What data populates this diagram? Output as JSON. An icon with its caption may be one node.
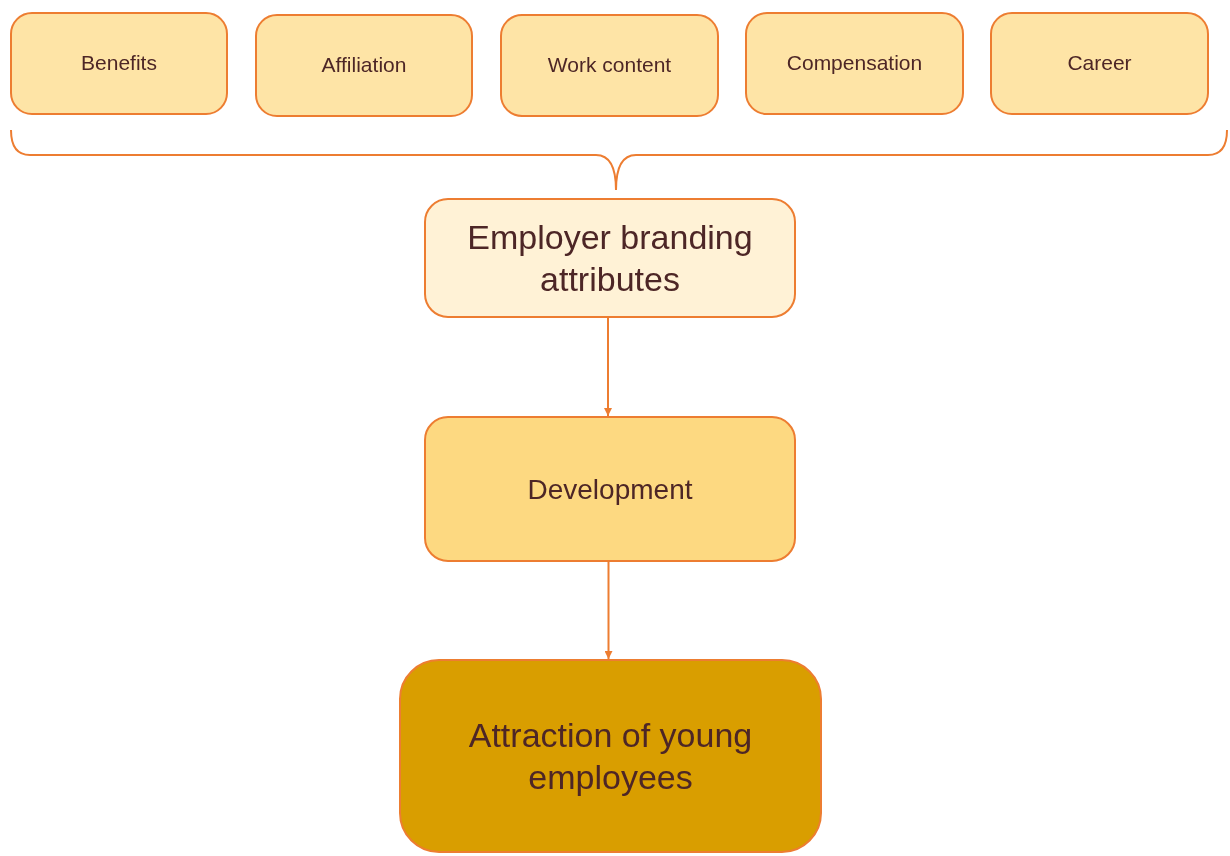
{
  "diagram": {
    "nodes": [
      {
        "text": [
          "Benefits"
        ]
      },
      {
        "text": [
          "Affiliation"
        ]
      },
      {
        "text": [
          "Work content"
        ]
      },
      {
        "text": [
          "Compensation"
        ]
      },
      {
        "text": [
          "Career"
        ]
      },
      {
        "text": [
          "Employer branding attributes"
        ]
      },
      {
        "text": [
          "Development"
        ]
      },
      {
        "text": [
          "Attraction of young employees"
        ]
      }
    ],
    "edges": [
      {
        "from": 5,
        "to": 6,
        "arrow": "to"
      },
      {
        "from": 6,
        "to": 7,
        "arrow": "to"
      }
    ]
  }
}
